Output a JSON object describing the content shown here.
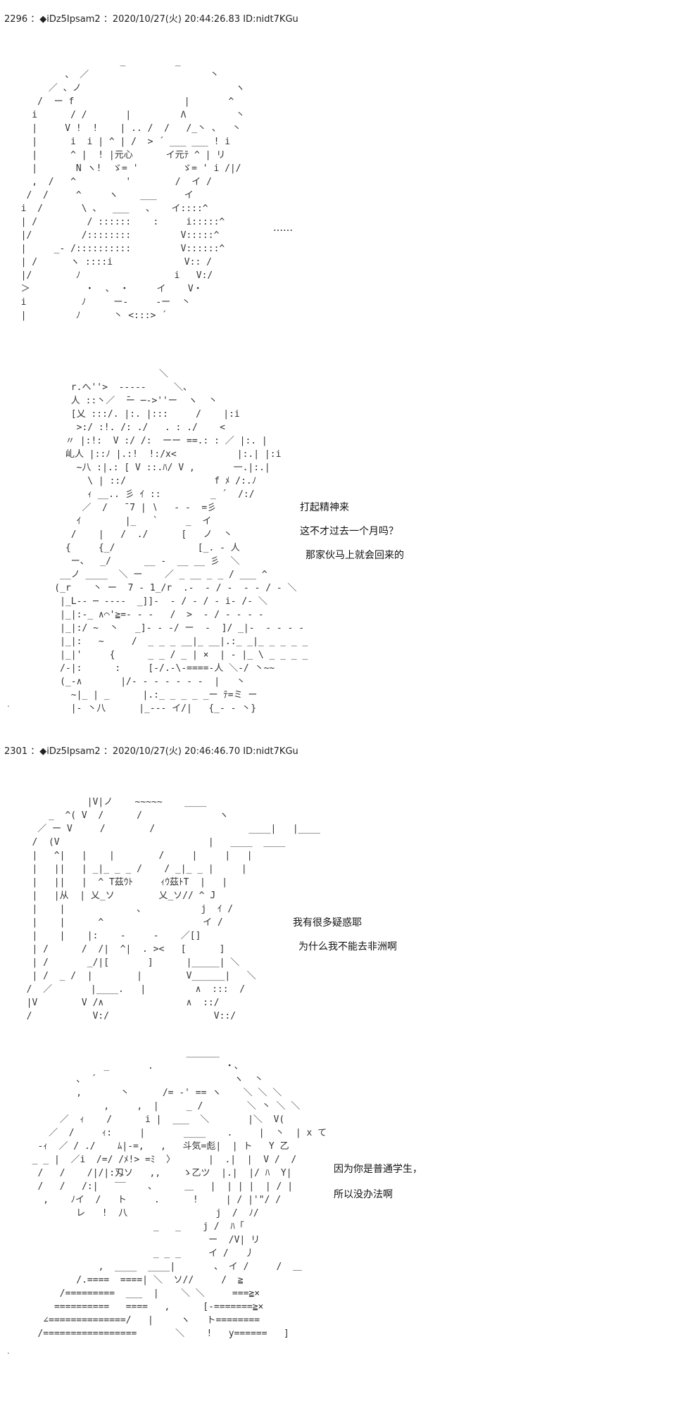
{
  "posts": [
    {
      "header": "2296 ：◆iDz5Ipsam2 ：2020/10/27(火) 20:44:26.83 ID:nidt7KGu",
      "panel1_text": "……",
      "panel2_lines": [
        "打起精神来",
        "这不才过去一个月吗？",
        "那家伙马上就会回来的"
      ]
    },
    {
      "header": "2301 ：◆iDz5Ipsam2 ：2020/10/27(火) 20:46:46.70 ID:nidt7KGu",
      "panel1_lines": [
        "我有很多疑惑耶",
        "为什么我不能去非洲啊"
      ],
      "panel2_lines": [
        "因为你是普通学生，",
        "所以没办法啊"
      ]
    }
  ],
  "art": {
    "a1": "                    _         _\n          、 ／                      丶\n       ／ 、ノ                            ヽ\n     /  ー f                    |       ^\n    i      / /       |         Λ         丶\n    |     V !  !    | .. /  /   /_丶 、  丶\n    |      i  i | ^ | /  > ´ ___ ___ ! i\n    |      ^ |  ! |元心      イ元ﾃ ^ | リ\n    |       N ヽ!  ゞ= '        ゞ= ' i /|/\n    ,  /   ^         '        /  イ /\n   /  /     ^     ヽ    ___     イ\n  i  /       \\ 、  ___   、   イ::::^\n  | /         / ::::::    :     i:::::^\n  |/         /::::::::         V:::::^\n  |     _- /::::::::::         V::::::^\n  | /      ヽ ::::i             V:: /\n  |/        ﾉ                 i   V:/\n  ＞          ・  、 ・     イ    V・\n  i          ﾉ     ー-     -ー  丶\n  |         ﾉ      丶 <:::> ´    ",
    "a2": "                       ＼\n       r.へ''>  -‐‐‐-     ＼、\n       人 ::丶／  ̄ー ─‐>''ー  ヽ  丶\n       [乂 :::/. |:. |:::     /    |:i\n        >:/ :!. /: ./   . : ./    <\n      〃 |:!:  V :/ /:  ーー ==.: : ／ |:. |\n      乢人 |::ﾉ |.:!  !:/x<           |:.| |:i\n        ~八 :|.: [ V ::.ﾊ/ V ,       一.|:.|\n          \\ | ::/                f ﾒ /:.ﾉ\n          ｨ __.. 彡 ｲ ::         _ ´  /:/\n         ／  /   ˉ7 | ∖   ‐ -  =彡\n        ｲ        |_   `     _  イ\n       /    |   /  ./      [   ノ  丶\n      {     {_/               [_. ‐ 人\n       ー、  _/      __ ‐  __ __ 彡  ＼\n     __ノ ____  ＼ ー    ／ _ __ _ _ / ___ ^\n    (_r    丶 ー  7 ‐ 1_/r  .-  - / -  - - / - ＼\n     |_L-- ─ ----  _]]-  - / - / - i- /- ＼\n     |_|:-_ ∧⌒'≧=- - -   /  >  - / - - - -\n     |_|:/ ~  丶   _]- - -/ ー  -  ]/ _|-  - - - -\n     |_|:   ~     /  _ _ _ __|_ __|.:_ _|_ _ _ _ _\n     |_|'     {      _ _ / _ | ×  | - |_ \\ _ _ _ _\n     /-|:      :     [-/.-\\-====-人 ＼-/ 丶~~\n     (_-∧       |/- - - - - - -  |   丶\n       ~|_ | _      |.:_ _ _ _ _ー ﾃ=ミ ー\n       |- 丶八      |_--- イ/|   {_- - 丶}",
    "b1": "             |V|ノ    ~~~~~    ____\n      _  ^( V  /      /              ヽ\n    ／ ー V     /        /                 ____|   |____\n   /  (V                           |   ____  ____\n   |   ^|   |    |        /     |     |   |\n   |   ||   | _|_ _ _ /    / _|_ _ |     |\n   |   ||   |  ^ T茲ｳﾄ     ｨｳ茲ﾄT  |   |\n   |   |从  | 乂_ソ        乂_ソ// ^ J\n   |    |             、          j  ｲ /\n   |    |      ^                  イ /\n   |    |    |:    -     -    ／[]\n   | /      /  /|  ^|  . ><   [      ]\n   | /       _/|[       ]      |_____| ＼\n   | /  _ /  |        |        V______|   ＼\n  /  ／       |____.   |         ∧  :::  /\n  |V        V /∧               ∧  ::/\n  /           V:/                   V::/",
    "b2": "                              ______\n               _       .             ・、\n          、 ´                         ヽ  丶\n          ,       丶      /= -' == ヽ    ＼ ＼ ＼\n               ,     ,  |     _ /        ＼ 丶 ＼ ＼\n       ／  ｨ    /      i |  ___  ＼       |＼  V(\n     ／  /     ｨ:     |       ____    ．    |  丶  | x て\n   -ｨ  ／ / ./    ﾑ|-=,   ,   斗気=彪|  | ト   Y 乙\n  _ _ |  ／i  /=/ /ﾒ!> =ﾐ  〉      |  .|  |  V /  /\n   /   /    /|/|:刄ソ   ,,    ゝ乙ツ  |.|  |/ ﾊ  Y|\n   /   /   /:|   ‾‾    、     ＿   |  | | |  | / |\n    ,    ﾉイ  /   ト     .      !     | / |'\"/ /\n          レ   !  八                j  /  ﾉ/\n                        _   _    j /  ﾊ「\n                                  ー  /V| リ\n                        _ _ _     イ /   丿\n              ,  ____  ____|       、 イ /     /  ＿\n          /.====  ====| ＼  ソ//     /  ≧\n       /=========  ___  |    ＼ ＼     ===≧×\n      ==========   ====   ,      [-=======≧×\n    ∠==============/   |     ヽ   ト========\n   /=================       ＼    !   y======   ]"
  }
}
